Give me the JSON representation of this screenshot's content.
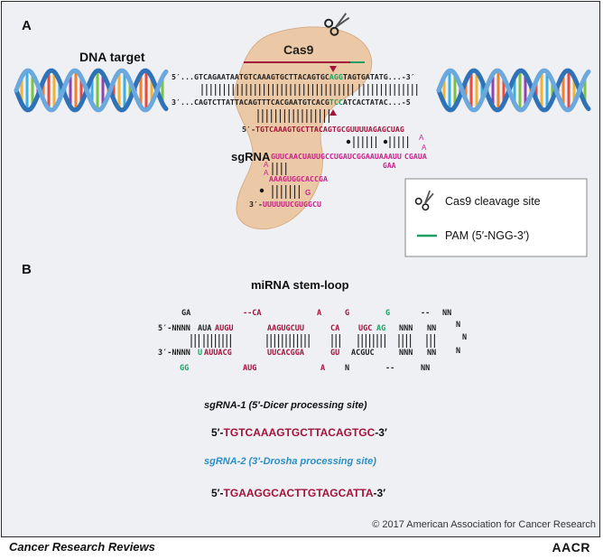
{
  "panel_a": {
    "label": "A",
    "dna_target_label": "DNA target",
    "cas9_label": "Cas9",
    "top_strand": "5′...GTCAGAATAATGTCAAAGTGCTTACAGTGCAGGTAGTGATATG...-3′",
    "top_strand_prefix": "5′...GTCAGAATAATGTCAAAGTGCTTACAGTGC",
    "top_strand_pam": "AGG",
    "top_strand_suffix": "TAGTGATATG...-3′",
    "bottom_strand_prefix": "3′...CAGTCTTATTACAGTTTCACGAATGTCACG",
    "bottom_strand_pam": "TCC",
    "bottom_strand_suffix": "ATCACTATAC...-5",
    "sgrna_label": "sgRNA",
    "sgrna_5prime": "5′-",
    "sgrna_line1": "TGTCAAAGTGCTTACAGTGCGUUUUAGAGCUAG",
    "sgrna_a1": "A",
    "sgrna_a2": "A",
    "sgrna_line3_left": "GUUCAACUAUUGCCUGAUCGGAAUAAAUU",
    "sgrna_line3_right": "CGAUA",
    "sgrna_gaa": "GAA",
    "sgrna_loop_a1": "A",
    "sgrna_loop_a2": "A",
    "sgrna_line4": "AAAGUGGCACCGA",
    "sgrna_g": "G",
    "sgrna_3prime": "3′-",
    "sgrna_line5": "UUUUUUCGUGGCU",
    "legend": {
      "cleavage_label": "Cas9 cleavage site",
      "pam_label": "PAM (5′-NGG-3′)"
    }
  },
  "panel_b": {
    "label": "B",
    "title": "miRNA stem-loop",
    "row_top_extra": [
      "GA",
      "--CA",
      "A",
      "G",
      "G",
      "--",
      "NN"
    ],
    "top_prefix": "5′-NNNN",
    "top_seq": [
      "AUA",
      "AUGU",
      "AAGUGCUU",
      "CA",
      "UGC",
      "AG",
      "NNN",
      "NN"
    ],
    "bottom_prefix": "3′-NNNN",
    "bottom_seq": [
      "U",
      "AUUACG",
      "UUCACGGA",
      "GU",
      "ACGUC",
      "NNN",
      "NN"
    ],
    "row_bottom_extra": [
      "GG",
      "AUG",
      "A",
      "N",
      "--",
      "NN"
    ],
    "loop_n": [
      "N",
      "N",
      "N"
    ],
    "sgrna1_title": "sgRNA-1 (5′-Dicer processing site)",
    "sgrna1_prefix": "5′-",
    "sgrna1_seq": "TGTCAAAGTGCTTACAGTGC",
    "sgrna1_suffix": "-3′",
    "sgrna2_title": "sgRNA-2 (3′-Drosha processing site)",
    "sgrna2_prefix": "5′-",
    "sgrna2_seq": "TGAAGGCACTTGTAGCATTA",
    "sgrna2_suffix": "-3′"
  },
  "copyright": "© 2017 American Association for Cancer Research",
  "journal": "Cancer Research Reviews",
  "logo": "AACR",
  "colors": {
    "dark_red": "#a3123a",
    "magenta": "#cc1f8a",
    "green": "#1e9e63",
    "blue": "#2a8fc7",
    "cas9_fill": "#ecc9a6"
  }
}
